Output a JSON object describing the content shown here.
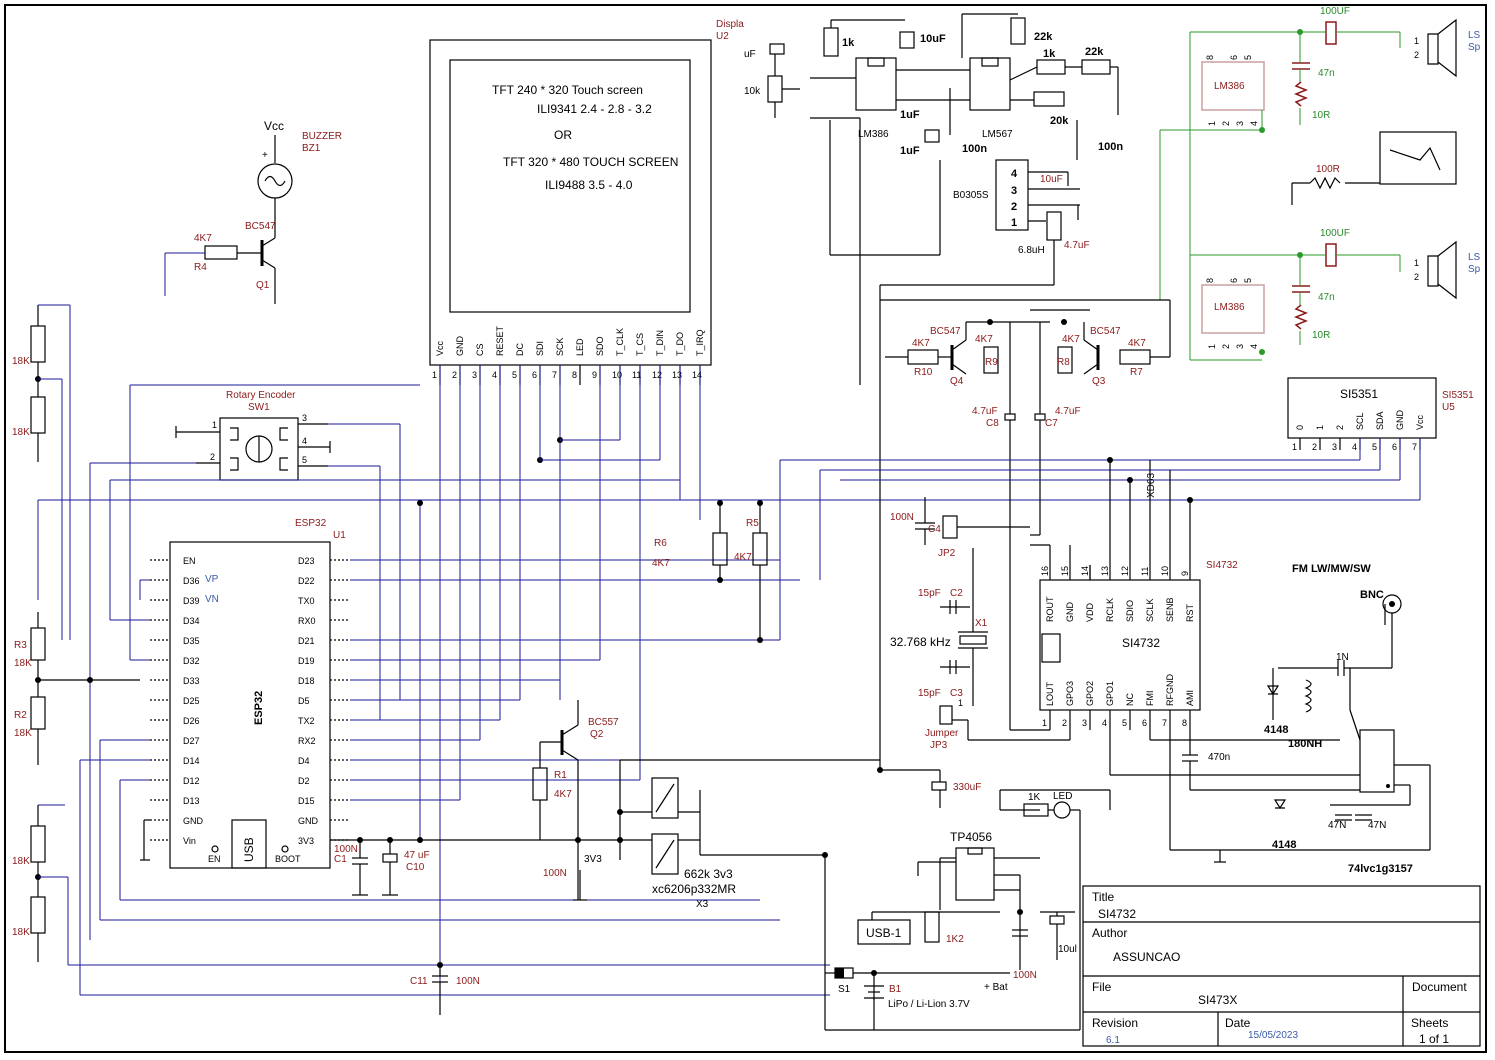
{
  "u2": {
    "ref": "Displa",
    "ref2": "U2",
    "line1": "TFT 240 * 320 Touch screen",
    "line2": "ILI9341  2.4 - 2.8 - 3.2",
    "line3": "OR",
    "line4": "TFT 320 * 480 TOUCH SCREEN",
    "line5": "ILI9488   3.5 - 4.0",
    "pins": [
      "Vcc",
      "GND",
      "CS",
      "RESET",
      "DC",
      "SDI",
      "SCK",
      "LED",
      "SDO",
      "T_CLK",
      "T_CS",
      "T_DIN",
      "T_DO",
      "T_IRQ"
    ],
    "pin_numbers": [
      "1",
      "2",
      "3",
      "4",
      "5",
      "6",
      "7",
      "8",
      "9",
      "10",
      "11",
      "12",
      "13",
      "14"
    ]
  },
  "esp32": {
    "name": "ESP32",
    "ref": "ESP32",
    "ref2": "U1",
    "left_pins": [
      "EN",
      "D36",
      "D39",
      "D34",
      "D35",
      "D32",
      "D33",
      "D25",
      "D26",
      "D27",
      "D14",
      "D12",
      "D13",
      "GND",
      "Vin"
    ],
    "vp": "VP",
    "vn": "VN",
    "right_pins": [
      "D23",
      "D22",
      "TX0",
      "RX0",
      "D21",
      "D19",
      "D18",
      "D5",
      "TX2",
      "RX2",
      "D4",
      "D2",
      "D15",
      "GND",
      "3V3"
    ],
    "usb": "USB",
    "en": "EN",
    "boot": "BOOT"
  },
  "buzzer": {
    "vcc": "Vcc",
    "label": "BUZZER",
    "ref": "BZ1",
    "r4v": "4K7",
    "r4": "R4",
    "q1t": "BC547",
    "q1": "Q1",
    "plus": "+"
  },
  "divider": {
    "r18a": "18K",
    "r18b": "18K",
    "r3": "R3",
    "r3v": "18K",
    "r2": "R2",
    "r2v": "18K",
    "r18c": "18K",
    "r18d": "18K"
  },
  "encoder": {
    "label": "Rotary Encoder",
    "ref": "SW1",
    "p1": "1",
    "p2": "2",
    "p3": "3",
    "p4": "4",
    "p5": "5"
  },
  "audio": {
    "c_left": "uF",
    "r10k": "10k",
    "r1k": "1k",
    "c10u": "10uF",
    "lm386": "LM386",
    "c1u_a": "1uF",
    "c1u_b": "1uF",
    "c100n_a": "100n",
    "lm567": "LM567",
    "r22k_a": "22k",
    "r1k_b": "1k",
    "r22k_b": "22k",
    "r20k": "20k",
    "c100n_b": "100n",
    "b0305": "B0305S",
    "p4": "4",
    "p3": "3",
    "p2": "2",
    "p1": "1",
    "c10u_b": "10uF",
    "l68": "6.8uH",
    "c47u": "4.7uF"
  },
  "amp": {
    "lm386a": "LM386",
    "lm386b": "LM386",
    "c100uf_a": "100UF",
    "c100uf_b": "100UF",
    "c47n_a": "47n",
    "c47n_b": "47n",
    "r10_a": "10R",
    "r10_b": "10R",
    "r100": "100R",
    "ls_a": "LS",
    "sp_a": "Sp",
    "ls_b": "LS",
    "sp_b": "Sp",
    "pa": [
      "8",
      "6",
      "5",
      "1",
      "2",
      "3",
      "4"
    ],
    "p1": "1",
    "p2": "2"
  },
  "switch": {
    "q4t": "BC547",
    "q4": "Q4",
    "r10": "R10",
    "r10v": "4K7",
    "r9": "R9",
    "r9v": "4K7",
    "c8": "C8",
    "c8v": "4.7uF",
    "q3t": "BC547",
    "q3": "Q3",
    "r7": "R7",
    "r7v": "4K7",
    "r8": "R8",
    "r8v": "4K7",
    "c7": "C7",
    "c7v": "4.7uF"
  },
  "si5351": {
    "name": "SI5351",
    "ref": "SI5351",
    "ref2": "U5",
    "pins": [
      "0",
      "1",
      "2",
      "SCL",
      "SDA",
      "GND",
      "Vcc"
    ],
    "nums": [
      "1",
      "2",
      "3",
      "4",
      "5",
      "6",
      "7"
    ]
  },
  "res": {
    "r6": "R6",
    "r6v": "4K7",
    "r5": "R5",
    "r5v": "4K7"
  },
  "si4732": {
    "name": "SI4732",
    "ref": "SI4732",
    "top_pins": [
      "ROUT",
      "GND",
      "VDD",
      "RCLK",
      "SDIO",
      "SCLK",
      "SENB",
      "RST"
    ],
    "top_nums": [
      "16",
      "15",
      "14",
      "13",
      "12",
      "11",
      "10",
      "9"
    ],
    "bot_pins": [
      "LOUT",
      "GPO3",
      "GPO2",
      "GPO1",
      "NC",
      "FMI",
      "RFGND",
      "AMI"
    ],
    "bot_nums": [
      "1",
      "2",
      "3",
      "4",
      "5",
      "6",
      "7",
      "8"
    ],
    "xd": "XD63"
  },
  "xtal": {
    "c100n": "100N",
    "c4": "C4",
    "jp2": "JP2",
    "c15a": "15pF",
    "c2": "C2",
    "x1": "X1",
    "freq": "32.768 kHz",
    "c15b": "15pF",
    "c3": "C3",
    "jumper": "Jumper",
    "jp3": "JP3",
    "one": "1"
  },
  "rf": {
    "title": "FM LW/MW/SW",
    "bnc": "BNC",
    "c1n": "1N",
    "d4148a": "4148",
    "l180": "180NH",
    "c470n": "470n",
    "c47n_a": "47N",
    "c47n_b": "47N",
    "d4148b": "4148",
    "ic": "74lvc1g3157"
  },
  "power": {
    "q2t": "BC557",
    "q2": "Q2",
    "r1": "R1",
    "r1v": "4K7",
    "c100n": "100N",
    "v33": "3V3",
    "reg": "662k 3v3",
    "reg2": "xc6206p332MR",
    "x3": "X3",
    "c330": "330uF",
    "r1k": "1K",
    "led": "LED",
    "tp": "TP4056",
    "r1k2": "1K2",
    "usb": "USB-1",
    "c100n2": "100N",
    "c10u": "10ul",
    "bat": "+ Bat",
    "c1": "C1",
    "c1v": "100N",
    "c10": "C10",
    "c10v": "47 uF",
    "c11": "C11",
    "c11v": "100N",
    "s1": "S1",
    "b1": "B1",
    "batt": "LiPo / Li-Lion 3.7V"
  },
  "titleblock": {
    "title_label": "Title",
    "title": "SI4732",
    "author_label": "Author",
    "author": "ASSUNCAO",
    "file_label": "File",
    "file": "SI473X",
    "document_label": "Document",
    "revision_label": "Revision",
    "revision": "6.1",
    "date_label": "Date",
    "date": "15/05/2023",
    "sheets_label": "Sheets",
    "sheets": "1 of 1"
  }
}
